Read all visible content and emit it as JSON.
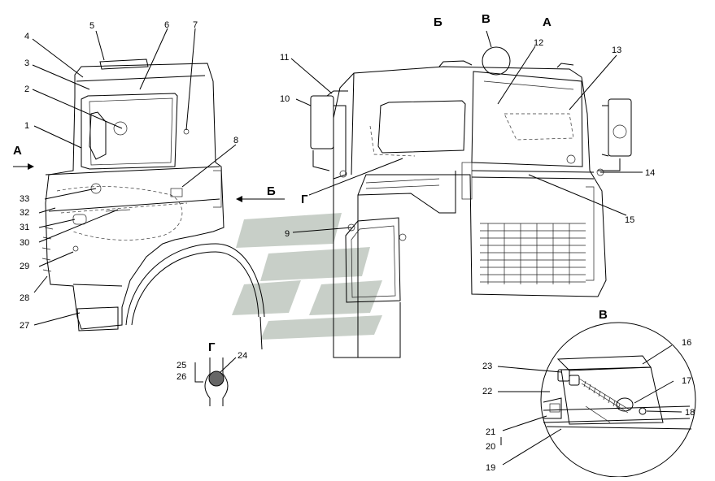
{
  "callouts": [
    "1",
    "2",
    "3",
    "4",
    "5",
    "6",
    "7",
    "8",
    "9",
    "10",
    "11",
    "12",
    "13",
    "14",
    "15",
    "16",
    "17",
    "18",
    "19",
    "20",
    "21",
    "22",
    "23",
    "24",
    "25",
    "26",
    "27",
    "28",
    "29",
    "30",
    "31",
    "32",
    "33"
  ],
  "view_letters": {
    "a_left": "А",
    "b_left": "Б",
    "g_left": "Г",
    "b_top": "Б",
    "v_top": "В",
    "a_top": "А",
    "v_detail": "В",
    "g_detail": "Г"
  },
  "colors": {
    "line": "#000000",
    "watermark": "#c8cfc8",
    "background": "#ffffff"
  }
}
